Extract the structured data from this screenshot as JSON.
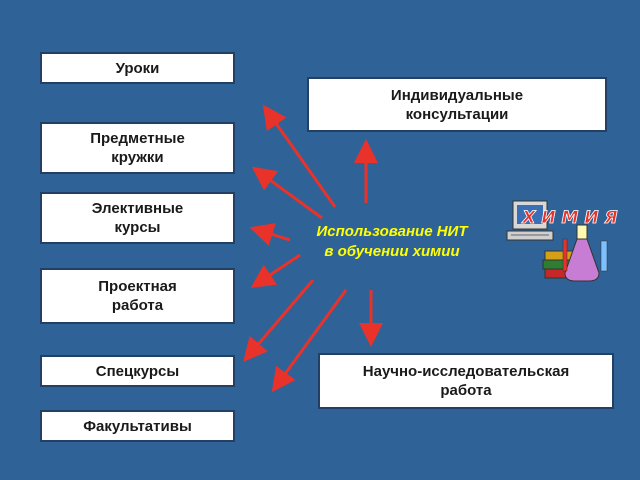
{
  "boxes": {
    "lessons": "Уроки",
    "subject_clubs": "Предметные\nкружки",
    "elective_courses": "Элективные\nкурсы",
    "project_work": "Проектная\nработа",
    "special_courses": "Спецкурсы",
    "optional_courses": "Факультативы",
    "individual_consultations": "Индивидуальные\nконсультации",
    "research_work": "Научно-исследовательская\nработа"
  },
  "center_label": "Использование  НИТ\nв обучении химии",
  "clipart_title": "Х И М И Я",
  "colors": {
    "background": "#2f6397",
    "arrow": "#e8322a",
    "center_text": "#ffff00",
    "clipart_title": "#e8322a"
  },
  "icons": [
    "computer-icon",
    "books-icon",
    "flask-icon"
  ]
}
